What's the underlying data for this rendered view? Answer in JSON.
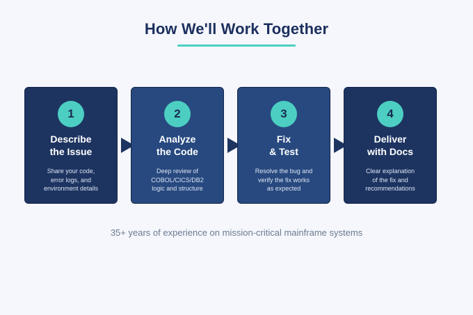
{
  "header": {
    "title": "How We'll Work Together"
  },
  "steps": [
    {
      "number": "1",
      "heading_line1": "Describe",
      "heading_line2": "the Issue",
      "desc_line1": "Share your code,",
      "desc_line2": "error logs, and",
      "desc_line3": "environment details"
    },
    {
      "number": "2",
      "heading_line1": "Analyze",
      "heading_line2": "the Code",
      "desc_line1": "Deep review of",
      "desc_line2": "COBOL/CICS/DB2",
      "desc_line3": "logic and structure"
    },
    {
      "number": "3",
      "heading_line1": "Fix",
      "heading_line2": "& Test",
      "desc_line1": "Resolve the bug and",
      "desc_line2": "verify the fix works",
      "desc_line3": "as expected"
    },
    {
      "number": "4",
      "heading_line1": "Deliver",
      "heading_line2": "with Docs",
      "desc_line1": "Clear explanation",
      "desc_line2": "of the fix and",
      "desc_line3": "recommendations"
    }
  ],
  "footer": {
    "text": "35+ years of experience on mission-critical mainframe systems"
  },
  "colors": {
    "background": "#f5f7fc",
    "title": "#1c2f5e",
    "accent_teal": "#4ccfc2",
    "card_dark": "#1d3461",
    "card_light": "#27497f",
    "footer_text": "#6b7a90"
  }
}
